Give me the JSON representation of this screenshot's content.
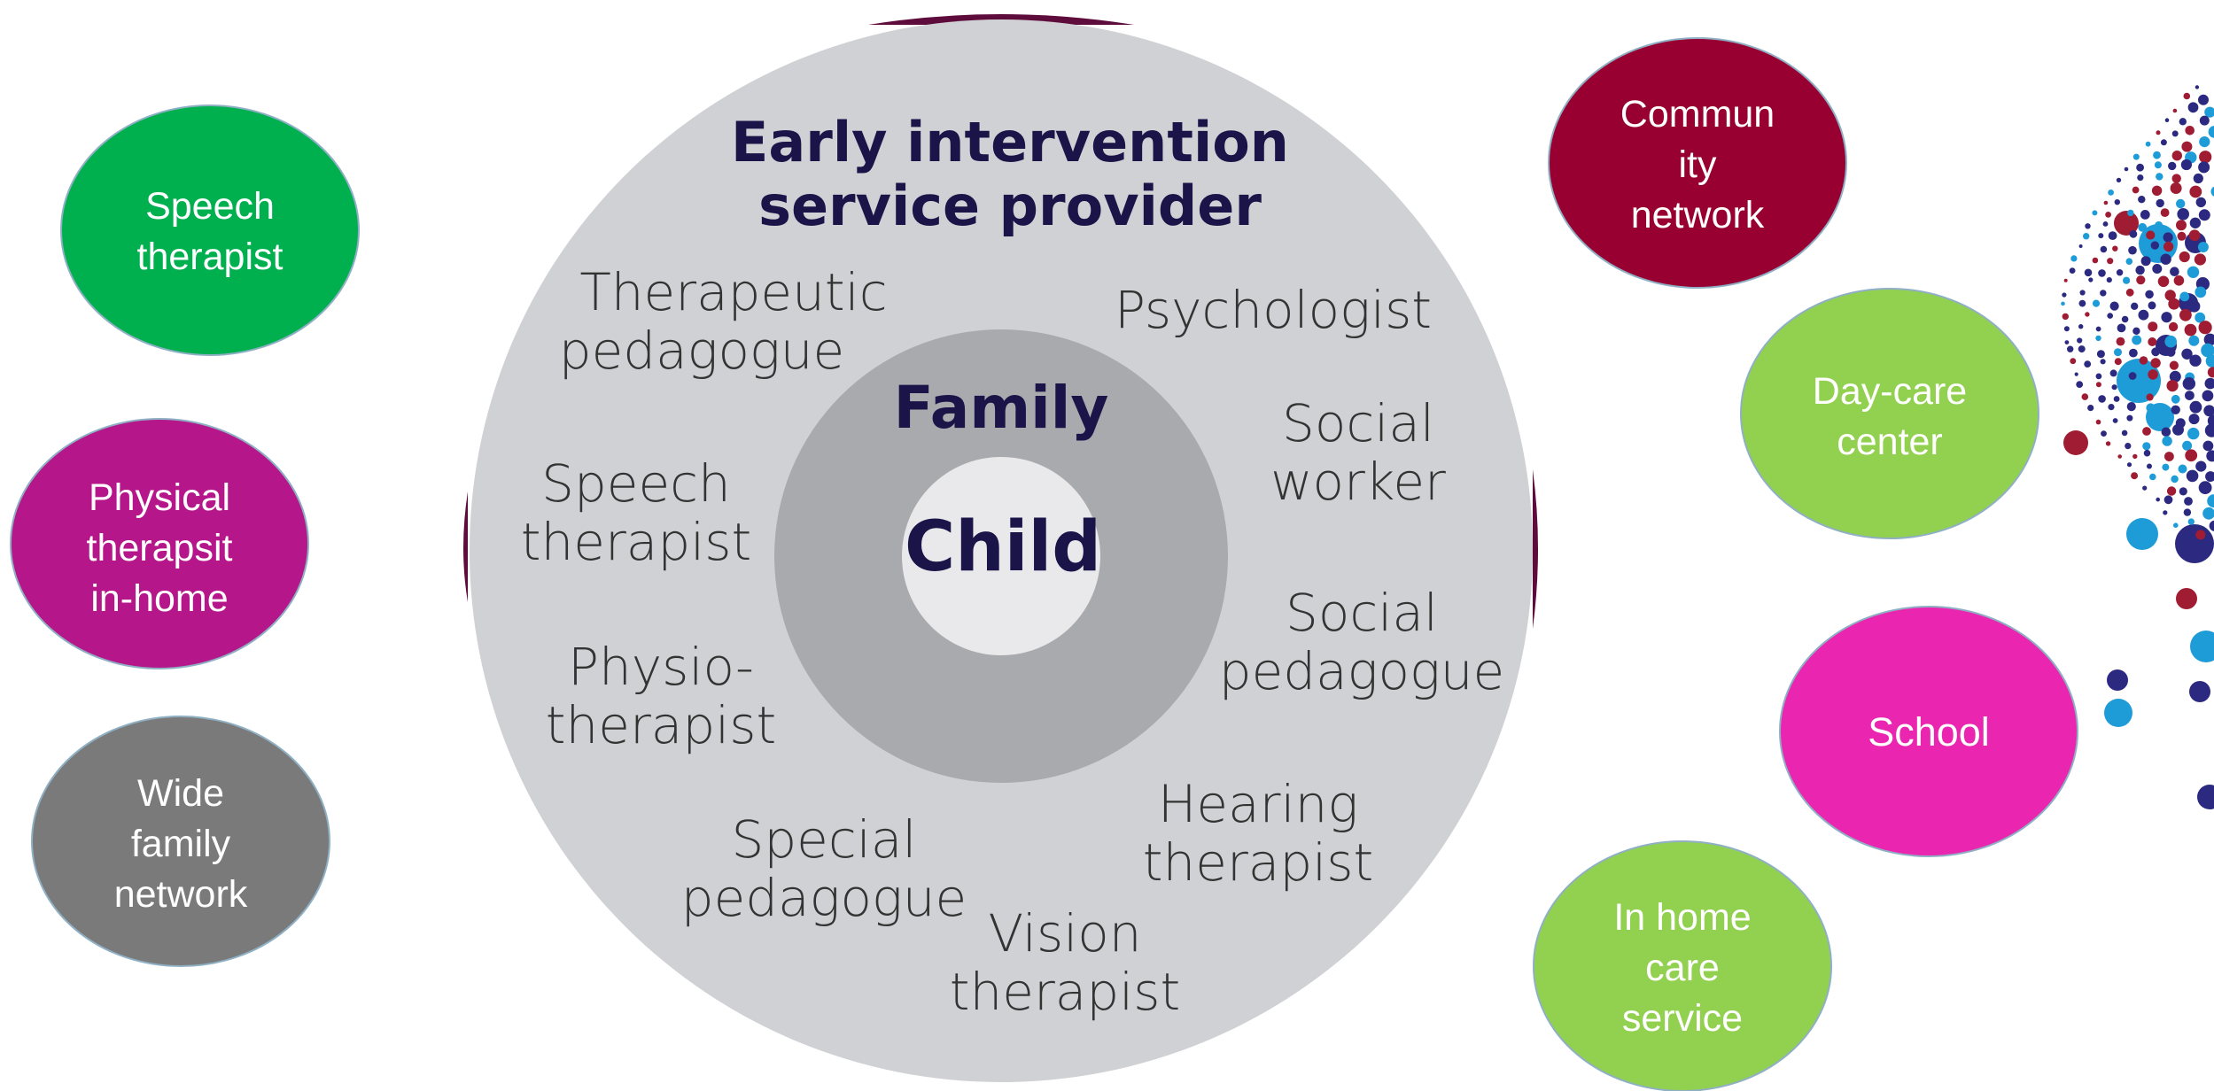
{
  "center": {
    "provider_title_line1": "Early intervention",
    "provider_title_line2": "service provider",
    "family_label": "Family",
    "child_label": "Child"
  },
  "roles": {
    "therapeutic_pedagogue": [
      "Therapeutic",
      "pedagogue"
    ],
    "psychologist": [
      "Psychologist"
    ],
    "speech_therapist": [
      "Speech",
      "therapist"
    ],
    "social_worker": [
      "Social",
      "worker"
    ],
    "physiotherapist": [
      "Physio-",
      "therapist"
    ],
    "social_pedagogue": [
      "Social",
      "pedagogue"
    ],
    "special_pedagogue": [
      "Special",
      "pedagogue"
    ],
    "hearing_therapist": [
      "Hearing",
      "therapist"
    ],
    "vision_therapist": [
      "Vision",
      "therapist"
    ]
  },
  "left_bubbles": {
    "speech_therapist": [
      "Speech",
      "therapist"
    ],
    "physical_therapist_in_home": [
      "Physical",
      "therapsit",
      "in-home"
    ],
    "wide_family_network": [
      "Wide",
      "family",
      "network"
    ]
  },
  "right_bubbles": {
    "community_network": [
      "Commun",
      "ity",
      "network"
    ],
    "day_care_center": [
      "Day-care",
      "center"
    ],
    "school": [
      "School"
    ],
    "in_home_care_service": [
      "In home",
      "care",
      "service"
    ]
  },
  "colors": {
    "outer_ring": "#d0d1d4",
    "middle_ring": "#a9aaad",
    "inner_ring": "#e9e9eb",
    "title_text": "#1a1448",
    "role_text": "#333333",
    "maroon_accent": "#5e0c3c",
    "bubble_green": "#00b04f",
    "bubble_magenta": "#b5178a",
    "bubble_gray": "#7a7a7a",
    "bubble_crimson": "#980032",
    "bubble_lime": "#92d050",
    "bubble_pink": "#ea25b0",
    "dot_navy": "#2b2a80",
    "dot_blue": "#1e9cd8",
    "dot_red": "#a01c32"
  }
}
